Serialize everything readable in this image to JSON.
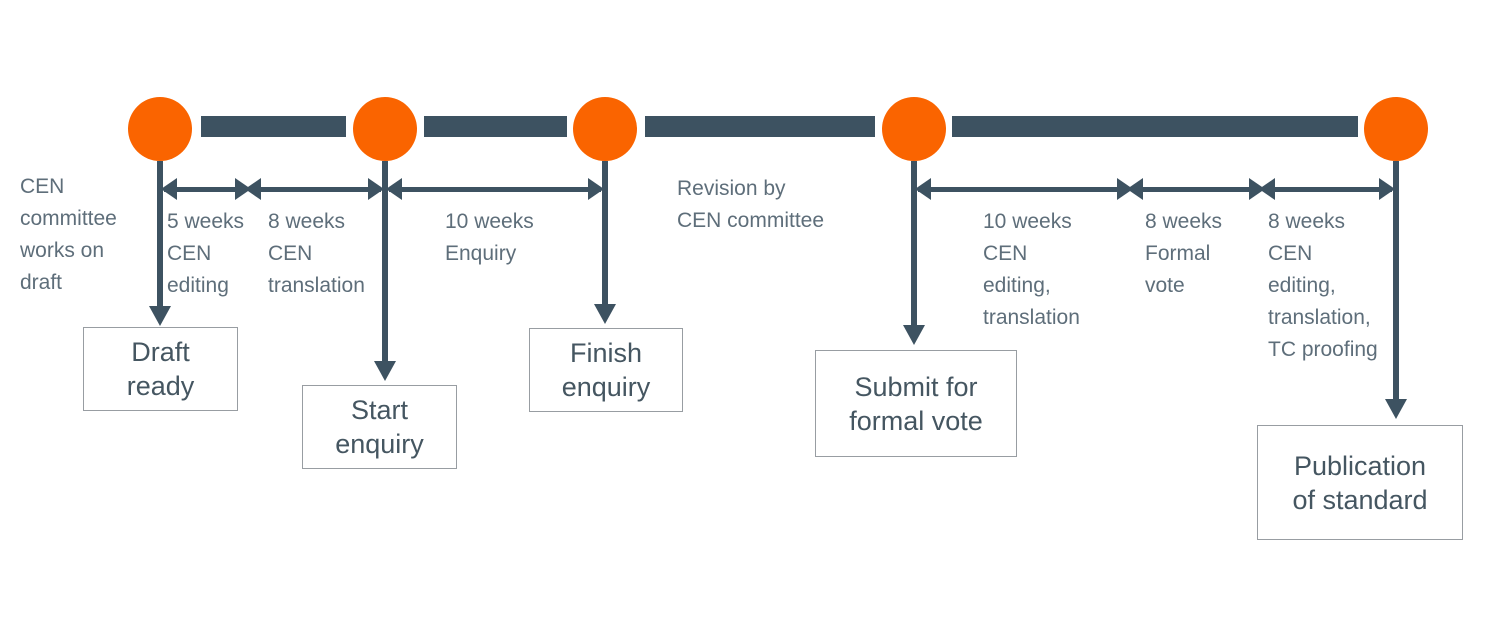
{
  "colors": {
    "orange": "#FA6400",
    "slate": "#3D5261",
    "gray_text": "#5E6E7A",
    "box_text": "#455661",
    "box_border": "#989DA2"
  },
  "notes": {
    "committee": "CEN\ncommittee\nworks on\ndraft",
    "revision": "Revision by\nCEN committee"
  },
  "milestones": [
    {
      "box_label": "Draft\nready"
    },
    {
      "box_label": "Start\nenquiry"
    },
    {
      "box_label": "Finish\nenquiry"
    },
    {
      "box_label": "Submit for\nformal vote"
    },
    {
      "box_label": "Publication\nof standard"
    }
  ],
  "durations": [
    {
      "label": "5 weeks\nCEN\nediting"
    },
    {
      "label": "8 weeks\nCEN\ntranslation"
    },
    {
      "label": "10 weeks\nEnquiry"
    },
    {
      "label": "10 weeks\nCEN\nediting,\ntranslation"
    },
    {
      "label": "8 weeks\nFormal\nvote"
    },
    {
      "label": "8 weeks\nCEN\nediting,\ntranslation,\nTC proofing"
    }
  ]
}
